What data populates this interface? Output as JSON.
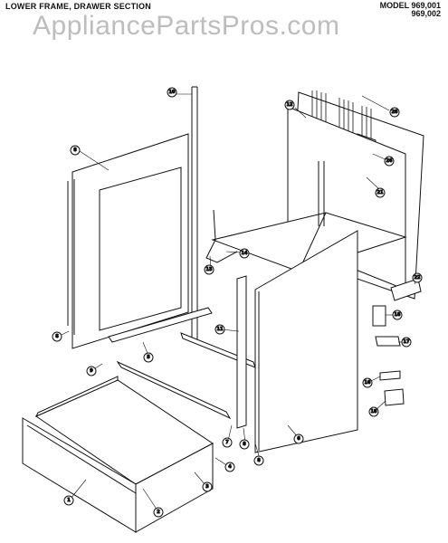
{
  "header": {
    "section_title": "LOWER FRAME, DRAWER SECTION",
    "model_line1": "MODEL 969,001",
    "model_line2": "969,002"
  },
  "watermark": "AppliancePartsPros.com",
  "callouts": [
    "1",
    "2",
    "3",
    "4",
    "5",
    "6",
    "7",
    "8",
    "9",
    "10",
    "11",
    "12",
    "13",
    "14",
    "16",
    "17",
    "18",
    "19",
    "20",
    "21",
    "22",
    "23",
    "26",
    "28"
  ]
}
